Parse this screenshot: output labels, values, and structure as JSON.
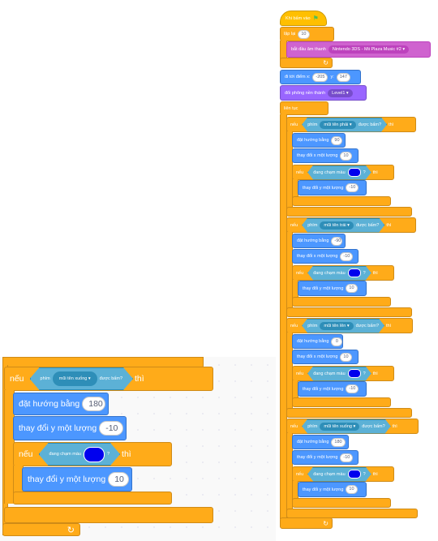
{
  "script": {
    "when_flag": "Khi bấm vào",
    "repeat": {
      "label": "lặp lại",
      "count": "10"
    },
    "start_sound": {
      "label": "bắt đầu âm thanh",
      "sound": "Nintendo 3DS - Mii Plaza Music #2"
    },
    "goto": {
      "label": "đi tới điểm x:",
      "x": "-205",
      "ylabel": "y:",
      "y": "147"
    },
    "switch_backdrop": {
      "label": "đổi phông nền thành",
      "backdrop": "Level1"
    },
    "forever": "liên tục",
    "if": "nếu",
    "then": "thì",
    "key_pressed": "được bấm?",
    "key": "phím",
    "point_dir": "đặt hướng bằng",
    "change_x": "thay đổi x một lượng",
    "change_y": "thay đổi y một lượng",
    "touching_color": "đang chạm màu",
    "qmark": "?",
    "branches": [
      {
        "key": "mũi tên phải",
        "dir": "90",
        "dx": "10",
        "dy": "-10"
      },
      {
        "key": "mũi tên trái",
        "dir": "-90",
        "dx": "-10",
        "dy": "10"
      },
      {
        "key": "mũi tên lên",
        "dir": "0",
        "dx": "10",
        "dy": "-10"
      },
      {
        "key": "mũi tên xuống",
        "dir": "180",
        "dx": "-10",
        "dy": "10"
      }
    ]
  },
  "zoom": {
    "if": "nếu",
    "key": "phím",
    "key_name": "mũi tên xuống",
    "pressed": "được bấm?",
    "then": "thì",
    "point_dir": "đặt hướng bằng",
    "dir": "180",
    "change_y": "thay đổi y một lượng",
    "dy": "-10",
    "touching_color": "đang chạm màu",
    "qmark": "?",
    "change_y2": "thay đổi y một lượng",
    "dy2": "10"
  },
  "colors": {
    "touch_color": "#0000ee",
    "control": "#ffab19",
    "motion": "#4c97ff",
    "sensing": "#5cb1d6",
    "sound": "#cf63cf",
    "looks": "#9966ff",
    "events": "#ffbf00"
  },
  "icons": {
    "flag": "green-flag-icon",
    "loop": "loop-arrow-icon",
    "dropdown": "caret-down-icon"
  }
}
